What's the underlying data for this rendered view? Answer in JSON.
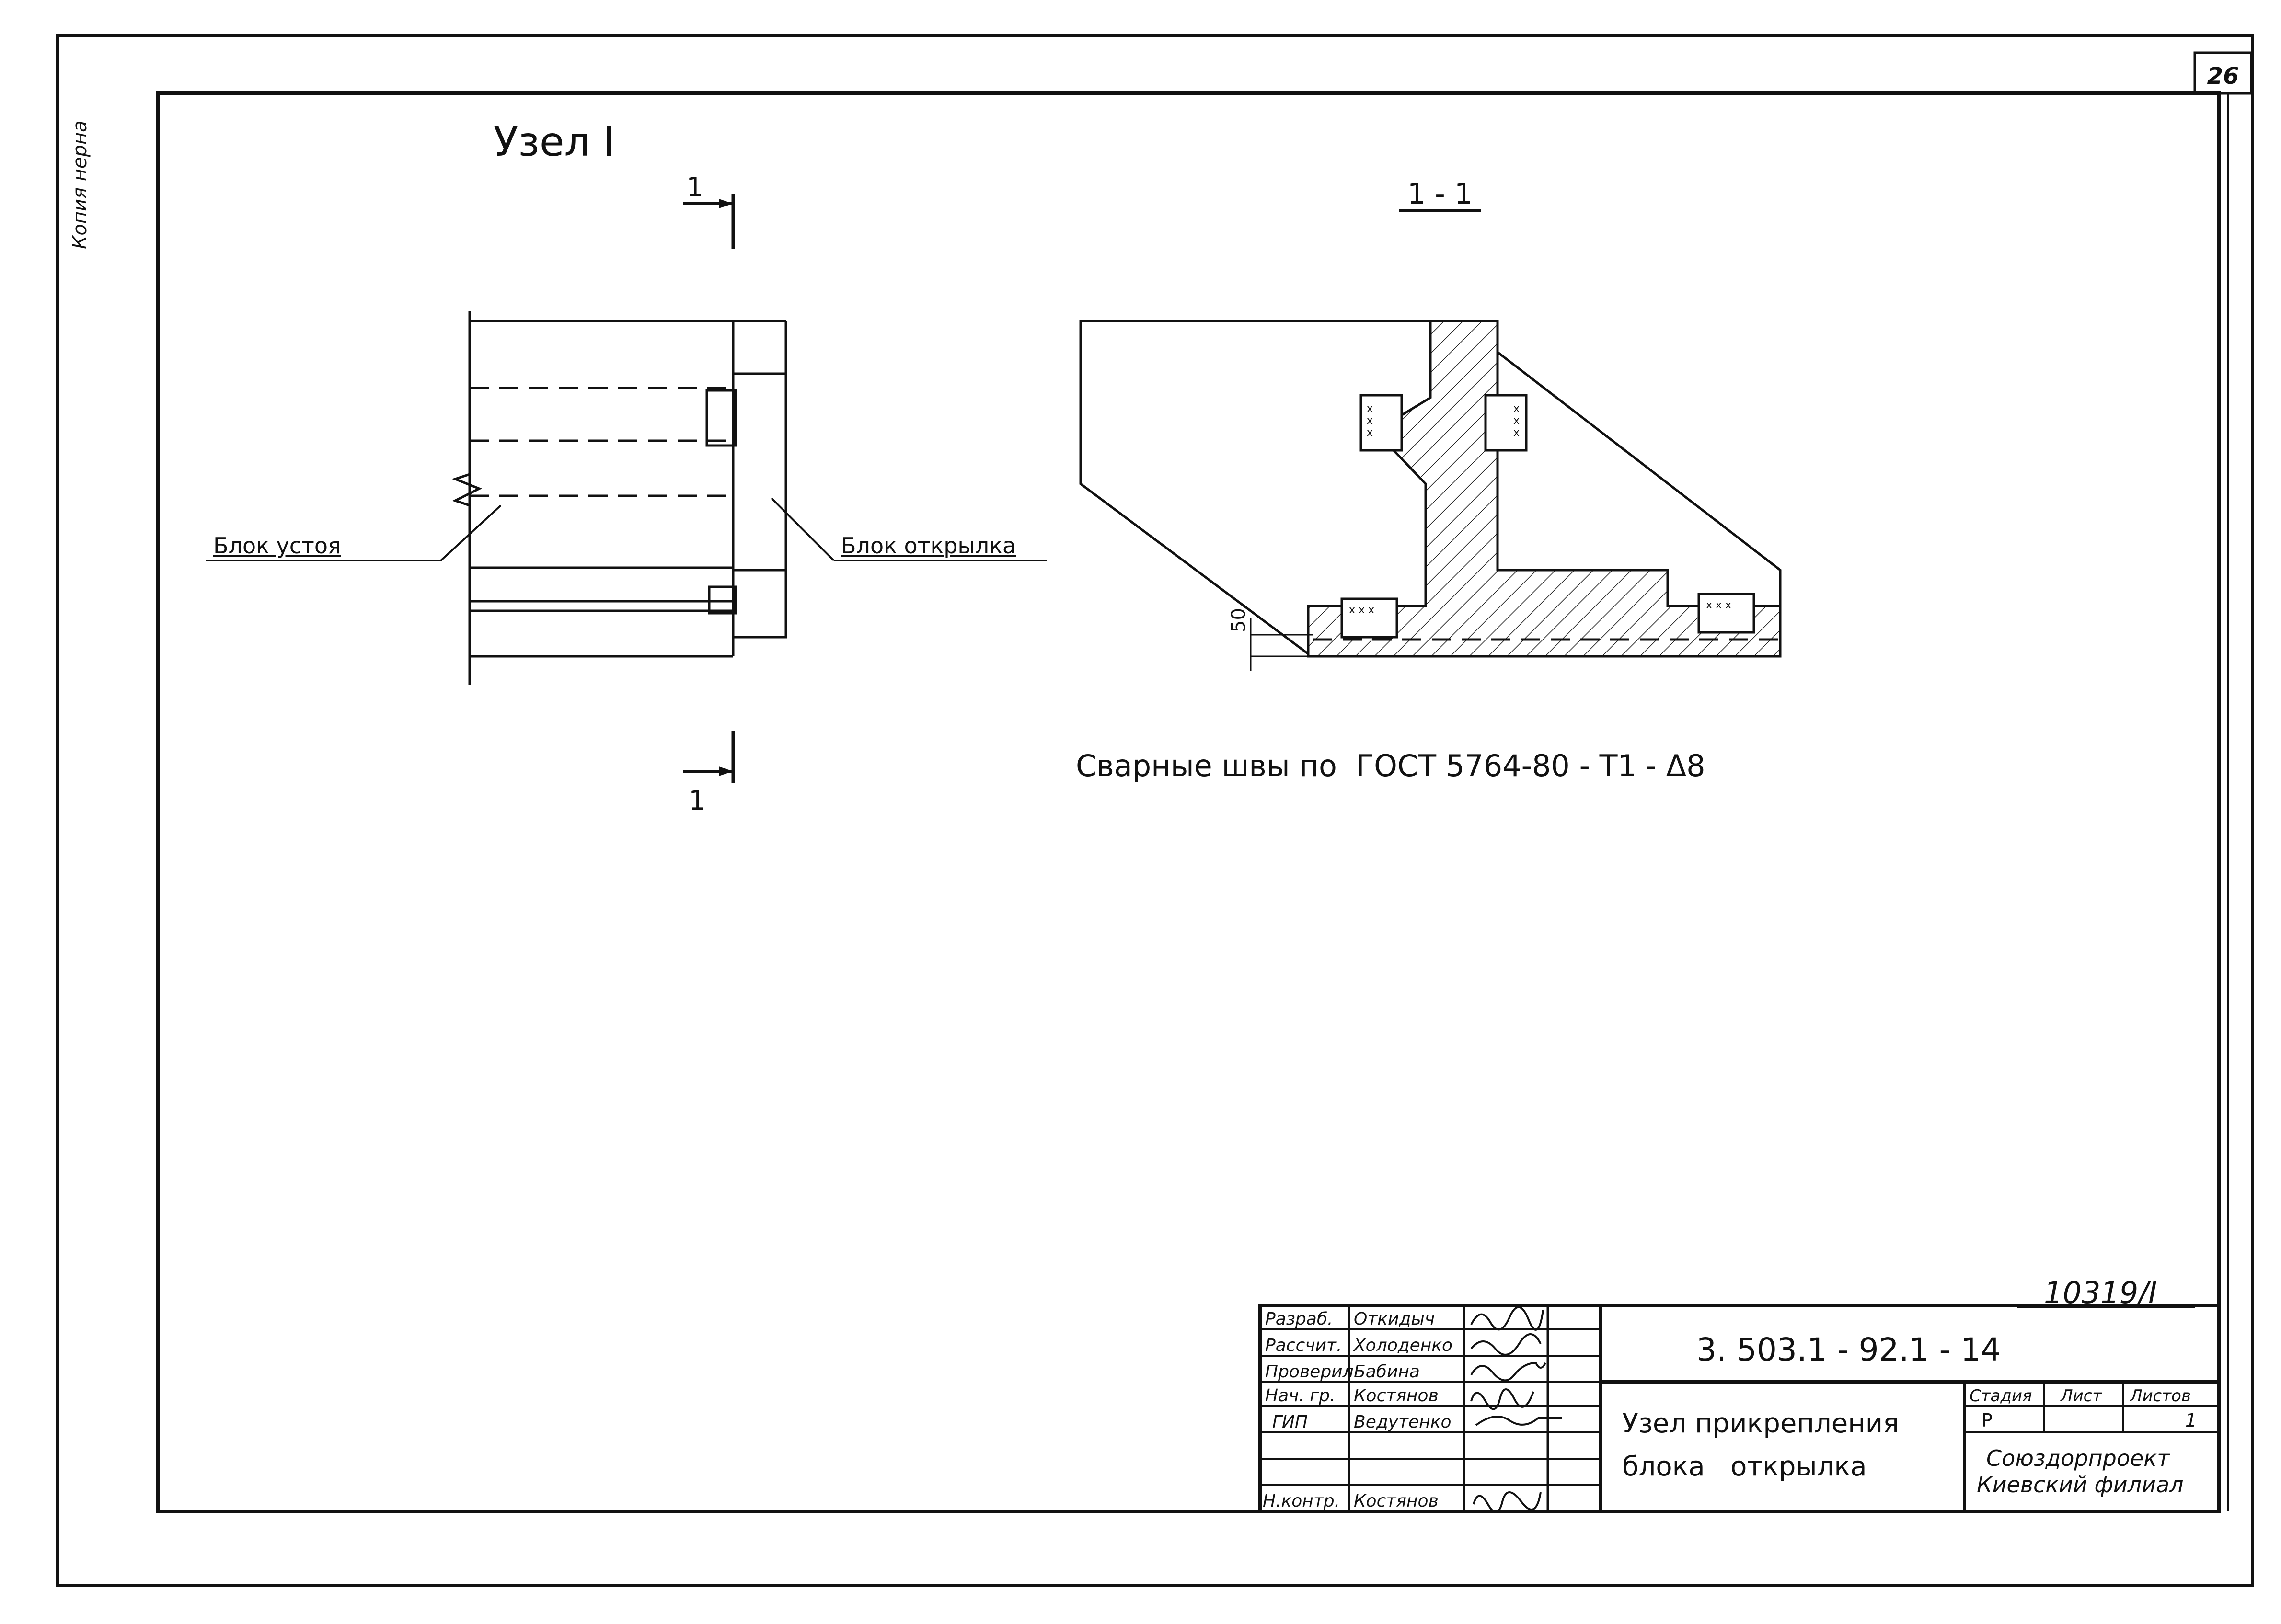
{
  "margin_note": "Копия нерна",
  "sheet_number": "26",
  "title_left": "Узел I",
  "section_mark": {
    "label_top": "1",
    "label_bottom": "1"
  },
  "section_title": "1 - 1",
  "labels": {
    "abutment_block": "Блок устоя",
    "wing_block": "Блок открылка"
  },
  "dimension_50": "50",
  "weld_note": "Сварные швы по  ГОСТ 5764-80 - Т1 - Δ8",
  "archive_number": "10319/I",
  "title_block": {
    "roles": [
      {
        "role": "Разраб.",
        "name": "Откидыч"
      },
      {
        "role": "Рассчит.",
        "name": "Холоденко"
      },
      {
        "role": "Проверил",
        "name": "Бабина"
      },
      {
        "role": "Нач. гр.",
        "name": "Костянов"
      },
      {
        "role": "ГИП",
        "name": "Ведутенко"
      },
      {
        "role": "",
        "name": ""
      },
      {
        "role": "",
        "name": ""
      },
      {
        "role": "Н.контр.",
        "name": "Костянов"
      }
    ],
    "document_code": "3. 503.1 - 92.1 - 14",
    "title_line1": "Узел  прикрепления",
    "title_line2": "блока   открылка",
    "stage_header": "Стадия",
    "sheet_header": "Лист",
    "sheets_header": "Листов",
    "stage_value": "Р",
    "sheet_value": "",
    "sheets_value": "1",
    "org_line1": "Союздорпроект",
    "org_line2": "Киевский филиал"
  }
}
